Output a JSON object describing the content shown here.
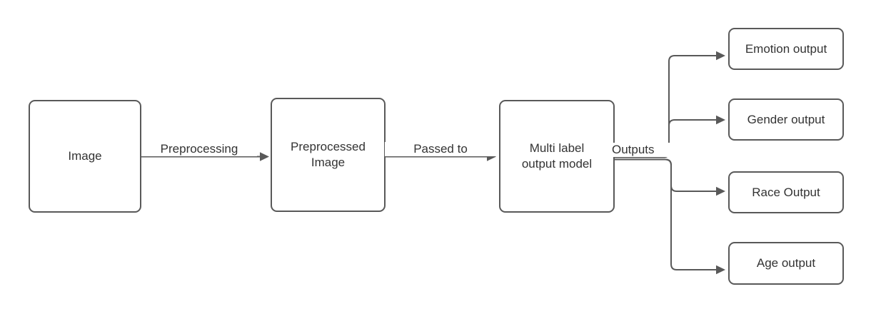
{
  "diagram": {
    "type": "flowchart",
    "colors": {
      "node_border": "#595959",
      "connector": "#595959",
      "text": "#333333",
      "background": "#ffffff"
    },
    "nodes": {
      "image": {
        "label": "Image"
      },
      "preprocessed_image": {
        "label": "Preprocessed\nImage"
      },
      "multi_label_model": {
        "label": "Multi label\noutput model"
      },
      "emotion": {
        "label": "Emotion output"
      },
      "gender": {
        "label": "Gender output"
      },
      "race": {
        "label": "Race Output"
      },
      "age": {
        "label": "Age output"
      }
    },
    "edges": {
      "preprocessing": {
        "label": "Preprocessing",
        "from": "Image",
        "to": "Preprocessed Image"
      },
      "passed_to": {
        "label": "Passed to",
        "from": "Preprocessed Image",
        "to": "Multi label output model"
      },
      "outputs": {
        "label": "Outputs",
        "from": "Multi label output model",
        "to": "Emotion output / Gender output / Race Output / Age output"
      }
    }
  }
}
